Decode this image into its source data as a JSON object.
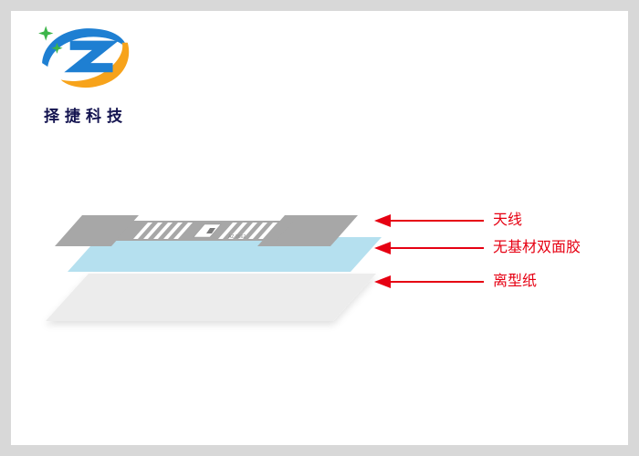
{
  "frame": {
    "matte_color": "#d8d8d8",
    "canvas_color": "#ffffff"
  },
  "logo": {
    "company_name": "择捷科技",
    "swirl_blue": "#1e7fd2",
    "swirl_orange": "#f7a31b",
    "sparkle_green": "#3db54a",
    "text_color": "#141450"
  },
  "diagram": {
    "annotation_color": "#e60012",
    "antenna_marking": "AZ-9662",
    "layers": [
      {
        "id": "antenna",
        "label": "天线",
        "color": "#a7a7a7"
      },
      {
        "id": "adhesive",
        "label": "无基材双面胶",
        "color": "#b5e0ef"
      },
      {
        "id": "release-paper",
        "label": "离型纸",
        "color": "#ececec"
      }
    ]
  }
}
